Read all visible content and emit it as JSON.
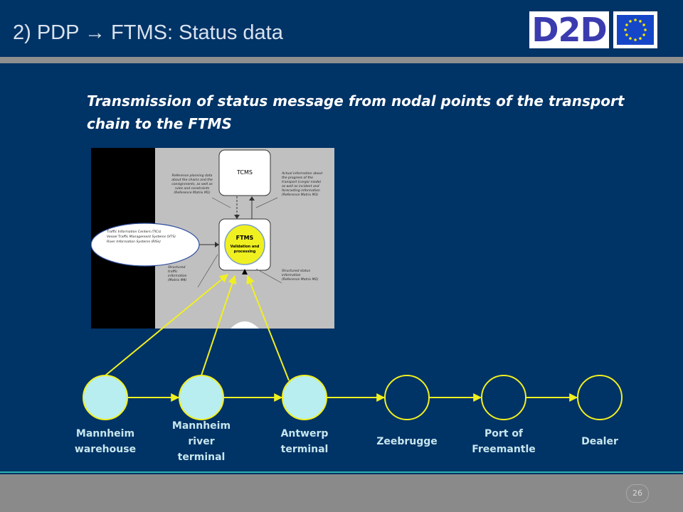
{
  "slide": {
    "title": "2) PDP → FTMS: Status data",
    "subtitle": "Transmission of status message from nodal points of the transport chain to the FTMS",
    "logo_text": "D2D",
    "page_number": "26"
  },
  "inset": {
    "tcms": "TCMS",
    "ftms_title": "FTMS",
    "ftms_sub1": "Validation and",
    "ftms_sub2": "processing",
    "note_ref_planning": [
      "Reference planning data",
      "about the chains and the",
      "consignments, as well as",
      "rules and constraints",
      "(Reference Matrix M1)"
    ],
    "note_actual_info": [
      "Actual information about",
      "the progress of the",
      "transport (cargo/ mode)",
      "as well as incident and",
      "forecasting information",
      "(Reference Matrix M3)"
    ],
    "note_traffic_centers": [
      "Traffic Information Centers (TICs)",
      "Vessel Traffic Management Systems (VTS)",
      "River Information Systems (RISs)"
    ],
    "note_structured_traffic": [
      "Structured",
      "traffic",
      "information",
      "(Matrix M4)"
    ],
    "note_structured_status": [
      "Structured status",
      "information",
      "(Reference Matrix M2)"
    ]
  },
  "nodes": [
    {
      "label": [
        "Mannheim",
        "warehouse"
      ],
      "filled": true
    },
    {
      "label": [
        "Mannheim",
        "river",
        "terminal"
      ],
      "filled": true
    },
    {
      "label": [
        "Antwerp",
        "terminal"
      ],
      "filled": true
    },
    {
      "label": [
        "Zeebrugge"
      ],
      "filled": false
    },
    {
      "label": [
        "Port of",
        "Freemantle"
      ],
      "filled": false
    },
    {
      "label": [
        "Dealer"
      ],
      "filled": false
    }
  ],
  "colors": {
    "background": "#003366",
    "node_fill": "#b8eef0",
    "node_stroke": "#f0f020",
    "arrow": "#f0f020",
    "ftms_circle": "#f0f020"
  }
}
